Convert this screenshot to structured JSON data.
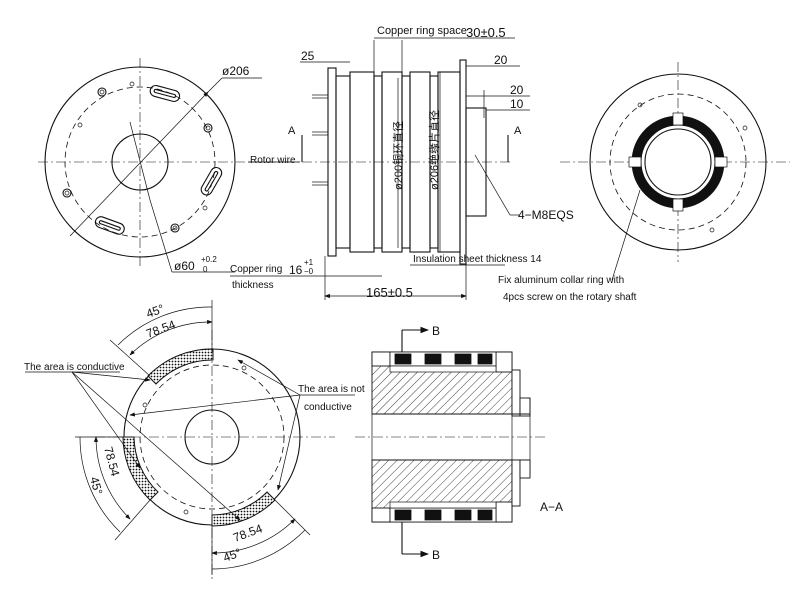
{
  "labels": {
    "copper_ring_space": "Copper ring space",
    "copper_ring_space_val": "30±0.5",
    "dim_25": "25",
    "dim_20_top": "20",
    "dim_20_mid": "20",
    "dim_10": "10",
    "dia_206": "ø206",
    "rotor_wire": "Rotor wire",
    "section_a_left": "A",
    "section_a_right": "A",
    "dia_200_vert": "ø200铜环直径",
    "dia_206_vert": "ø206绝缘片直径",
    "m8": "4−M8EQS",
    "dia_60": "ø60",
    "dia_60_tol": "+0.2",
    "dia_60_tol_low": "0",
    "copper_ring_thickness": "Copper ring",
    "copper_ring_thickness_2": "thickness",
    "copper_ring_val": "16",
    "copper_ring_tol_up": "+1",
    "copper_ring_tol_low": "−0",
    "insulation": "Insulation sheet thickness 14",
    "fix_collar_1": "Fix aluminum collar ring with",
    "fix_collar_2": "4pcs screw on the rotary shaft",
    "dim_165": "165±0.5",
    "angle_45_top": "45°",
    "arc_78_top": "78.54",
    "area_conductive": "The area is conductive",
    "area_not_1": "The area is not",
    "area_not_2": "conductive",
    "arc_78_left": "78.54",
    "angle_45_left": "45°",
    "arc_78_bottom": "78.54",
    "angle_45_bottom": "45°",
    "section_b_top": "B",
    "section_b_bottom": "B",
    "section_aa": "A−A"
  }
}
